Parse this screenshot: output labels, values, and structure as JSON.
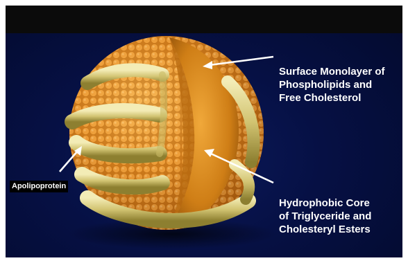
{
  "diagram": {
    "labels": {
      "surface": "Surface Monolayer of\nPhospholipids and\nFree Cholesterol",
      "core": "Hydrophobic Core\nof Triglyceride and\nCholesteryl Esters",
      "apolipoprotein": "Apolipoprotein"
    },
    "colors": {
      "background": "#061044",
      "top_bar": "#0b0b0b",
      "phospholipid": "#e8962a",
      "core": "#d88a1c",
      "apoprotein_band": "#d9cf86",
      "label_text": "#ffffff"
    }
  }
}
